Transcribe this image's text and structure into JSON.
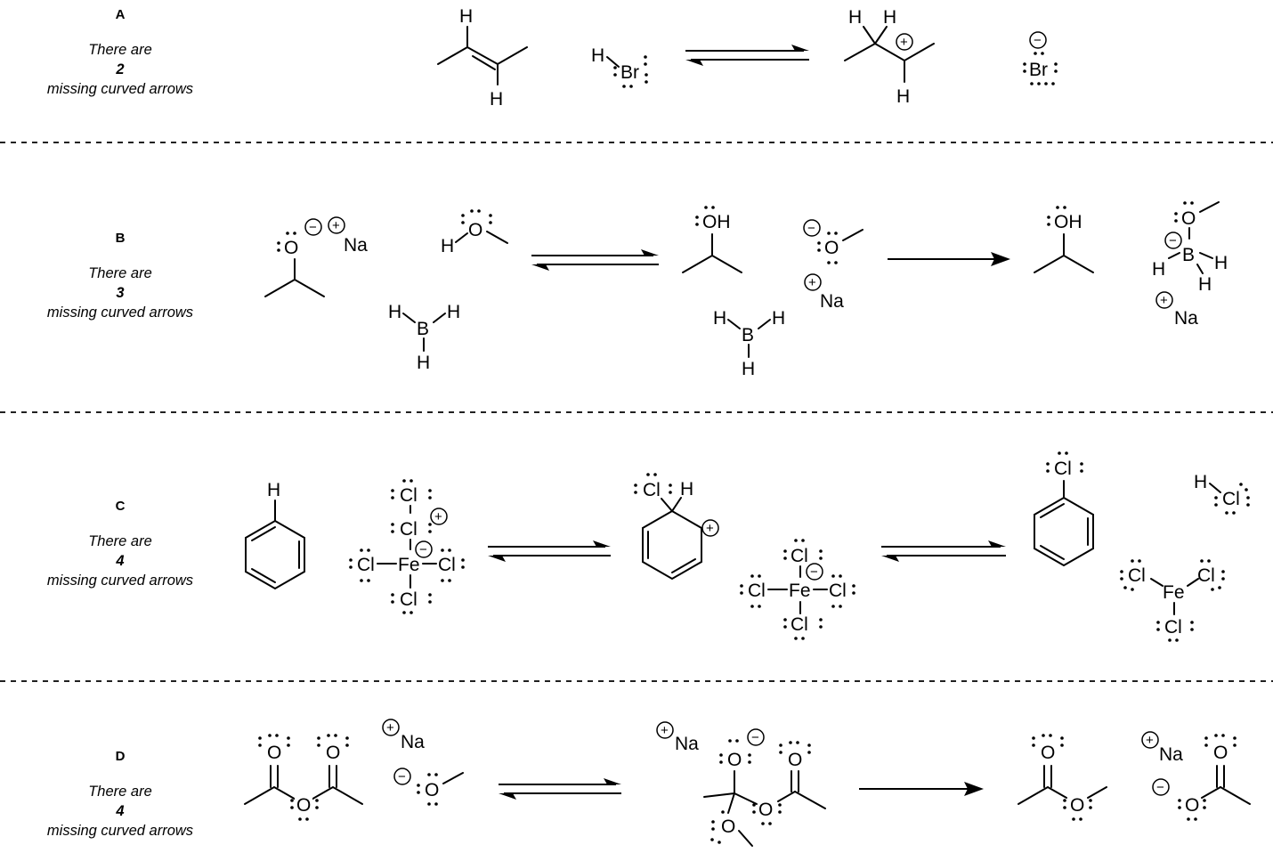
{
  "rows": [
    {
      "letter": "A",
      "pre": "There are",
      "count": "2",
      "post": "missing curved arrows"
    },
    {
      "letter": "B",
      "pre": "There are",
      "count": "3",
      "post": "missing curved arrows"
    },
    {
      "letter": "C",
      "pre": "There are",
      "count": "4",
      "post": "missing curved arrows"
    },
    {
      "letter": "D",
      "pre": "There are",
      "count": "4",
      "post": "missing curved arrows"
    }
  ],
  "atoms": {
    "H": "H",
    "Br": "Br",
    "O": "O",
    "OH": "OH",
    "Na": "Na",
    "B": "B",
    "Cl": "Cl",
    "Fe": "Fe",
    "plus": "+",
    "minus": "−"
  }
}
